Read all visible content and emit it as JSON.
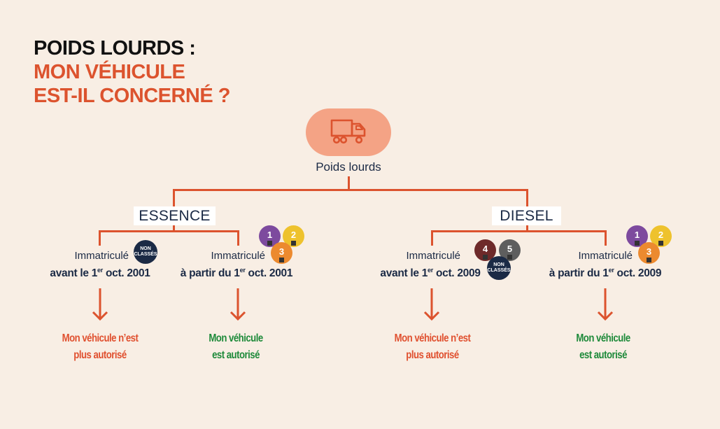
{
  "title": {
    "line1": "POIDS LOURDS :",
    "line2": "MON VÉHICULE",
    "line3": "EST-IL CONCERNÉ ?"
  },
  "root": {
    "label": "Poids lourds",
    "icon": "truck-icon"
  },
  "colors": {
    "background": "#f8eee4",
    "accent": "#dc532e",
    "pill": "#f4a385",
    "navy": "#1b2a45",
    "allowed": "#1e8a3a",
    "denied": "#e0502f"
  },
  "categories": [
    {
      "label": "ESSENCE",
      "branches": [
        {
          "registered": "Immatriculé",
          "date_prefix": "avant le 1",
          "date_sup": "er",
          "date_suffix": " oct. 2001",
          "badges": [
            {
              "type": "non-classes",
              "line1": "NON",
              "line2": "CLASSÉS"
            }
          ],
          "outcome_line1": "Mon véhicule n’est",
          "outcome_line2": "plus autorisé",
          "status": "denied"
        },
        {
          "registered": "Immatriculé",
          "date_prefix": "à partir du 1",
          "date_sup": "er",
          "date_suffix": " oct. 2001",
          "badges": [
            {
              "type": "critair",
              "number": "1",
              "color": "#7d4a9e"
            },
            {
              "type": "critair",
              "number": "2",
              "color": "#eec22d"
            },
            {
              "type": "critair",
              "number": "3",
              "color": "#ec8a2f"
            }
          ],
          "outcome_line1": "Mon véhicule",
          "outcome_line2": "est autorisé",
          "status": "allowed"
        }
      ]
    },
    {
      "label": "DIESEL",
      "branches": [
        {
          "registered": "Immatriculé",
          "date_prefix": "avant le 1",
          "date_sup": "er",
          "date_suffix": " oct. 2009",
          "badges": [
            {
              "type": "critair",
              "number": "4",
              "color": "#6e2a2a"
            },
            {
              "type": "critair",
              "number": "5",
              "color": "#5e5e5e"
            },
            {
              "type": "non-classes",
              "line1": "NON",
              "line2": "CLASSÉS"
            }
          ],
          "outcome_line1": "Mon véhicule n’est",
          "outcome_line2": "plus autorisé",
          "status": "denied"
        },
        {
          "registered": "Immatriculé",
          "date_prefix": "à partir du 1",
          "date_sup": "er",
          "date_suffix": " oct. 2009",
          "badges": [
            {
              "type": "critair",
              "number": "1",
              "color": "#7d4a9e"
            },
            {
              "type": "critair",
              "number": "2",
              "color": "#eec22d"
            },
            {
              "type": "critair",
              "number": "3",
              "color": "#ec8a2f"
            }
          ],
          "outcome_line1": "Mon véhicule",
          "outcome_line2": "est autorisé",
          "status": "allowed"
        }
      ]
    }
  ]
}
